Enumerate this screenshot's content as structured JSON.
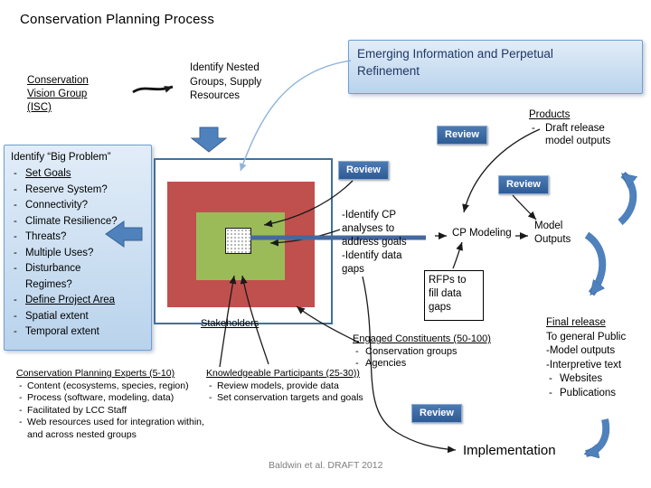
{
  "title": "Conservation Planning Process",
  "footer": "Baldwin et al. DRAFT 2012",
  "labels": {
    "review": "Review",
    "dash": "-",
    "implementation": "Implementation"
  },
  "emerging_box": {
    "text": "Emerging Information and Perpetual\nRefinement"
  },
  "vision_group": {
    "text": "Conservation\nVision Group\n(ISC)"
  },
  "nested_groups": {
    "text": "Identify Nested\nGroups, Supply\nResources"
  },
  "big_problem": {
    "title": "Identify “Big Problem”",
    "items": [
      {
        "label": "Set Goals"
      },
      {
        "label": "Reserve System?"
      },
      {
        "label": "Connectivity?"
      },
      {
        "label": "Climate Resilience?"
      },
      {
        "label": "Threats?"
      },
      {
        "label": "Multiple Uses?"
      },
      {
        "label": "Disturbance\nRegimes?"
      },
      {
        "label": "Define Project Area"
      },
      {
        "label": "Spatial extent"
      },
      {
        "label": "Temporal extent"
      }
    ]
  },
  "figure": {
    "stakeholders": "Stakeholders"
  },
  "cp_analyses": {
    "text": "-Identify CP\nanalyses to\naddress goals\n-Identify data\ngaps"
  },
  "cp_modeling": "CP Modeling",
  "model_outputs": "Model\nOutputs",
  "products": {
    "title": "Products",
    "item": "Draft release\nmodel outputs"
  },
  "rfps": "RFPs to\nfill data\ngaps",
  "final_release": {
    "title": "Final release",
    "line1": "To general Public",
    "line2": "-Model outputs",
    "line3": "-Interpretive text",
    "items": [
      "Websites",
      "Publications"
    ]
  },
  "engaged": {
    "title": "Engaged Constituents (50-100)",
    "items": [
      "Conservation groups",
      "Agencies"
    ]
  },
  "experts": {
    "title": "Conservation Planning Experts (5-10)",
    "items": [
      "Content (ecosystems, species, region)",
      "Process (software, modeling, data)",
      "Facilitated by LCC Staff",
      "Web resources used for integration within,\nand across nested groups"
    ]
  },
  "participants": {
    "title": "Knowledgeable Participants (25-30))",
    "items": [
      "Review models, provide data",
      "Set conservation targets and goals"
    ]
  }
}
